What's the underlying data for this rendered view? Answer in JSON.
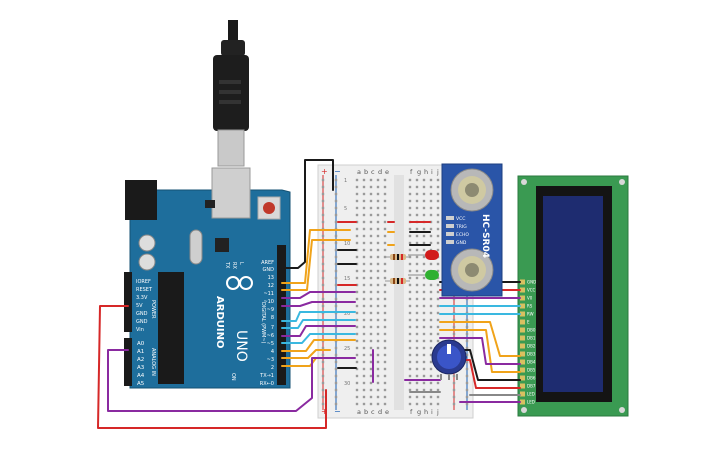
{
  "arduino": {
    "brand": "ARDUINO",
    "model": "UNO",
    "left_header_labels": [
      "IOREF",
      "RESET",
      "3.3V",
      "5V",
      "GND",
      "GND",
      "Vin"
    ],
    "power_label": "POWER",
    "analog_labels": [
      "A0",
      "A1",
      "A2",
      "A3",
      "A4",
      "A5"
    ],
    "analog_in_label": "ANALOG IN",
    "right_header_labels": [
      "AREF",
      "GND",
      "13",
      "12",
      "~11",
      "~10",
      "~9",
      "8",
      "7",
      "~6",
      "~5",
      "4",
      "~3",
      "2",
      "TX→1",
      "RX←0"
    ],
    "digital_label": "DIGITAL (PWM~)",
    "tx_label": "TX",
    "rx_label": "RX",
    "l_label": "L",
    "on_label": "ON"
  },
  "breadboard": {
    "columns_left": [
      "a",
      "b",
      "c",
      "d",
      "e"
    ],
    "columns_right": [
      "f",
      "g",
      "h",
      "i",
      "j"
    ],
    "row_numbers": [
      "1",
      "5",
      "10",
      "15",
      "20",
      "25",
      "30"
    ],
    "rail_plus": "+",
    "rail_minus": "−"
  },
  "sensor": {
    "name": "HC-SR04",
    "pins": [
      "VCC",
      "TRIG",
      "ECHO",
      "GND"
    ]
  },
  "lcd": {
    "pins": [
      "GND",
      "VCC",
      "V0",
      "RS",
      "RW",
      "E",
      "DB0",
      "DB1",
      "DB2",
      "DB3",
      "DB4",
      "DB5",
      "DB6",
      "DB7",
      "LED",
      "LED"
    ]
  },
  "colors": {
    "board": "#1e6e9c",
    "breadboard": "#efefef",
    "lcd_pcb": "#3a9a52",
    "lcd_screen": "#1e2c70",
    "sensor": "#2a55a8",
    "wire_red": "#d62828",
    "wire_black": "#1a1a1a",
    "wire_orange": "#f0a31a",
    "wire_purple": "#8a2aa0",
    "wire_cyan": "#3ab8e0",
    "wire_gray": "#888888",
    "led_red": "#d11a1a",
    "led_green": "#2fb030"
  }
}
